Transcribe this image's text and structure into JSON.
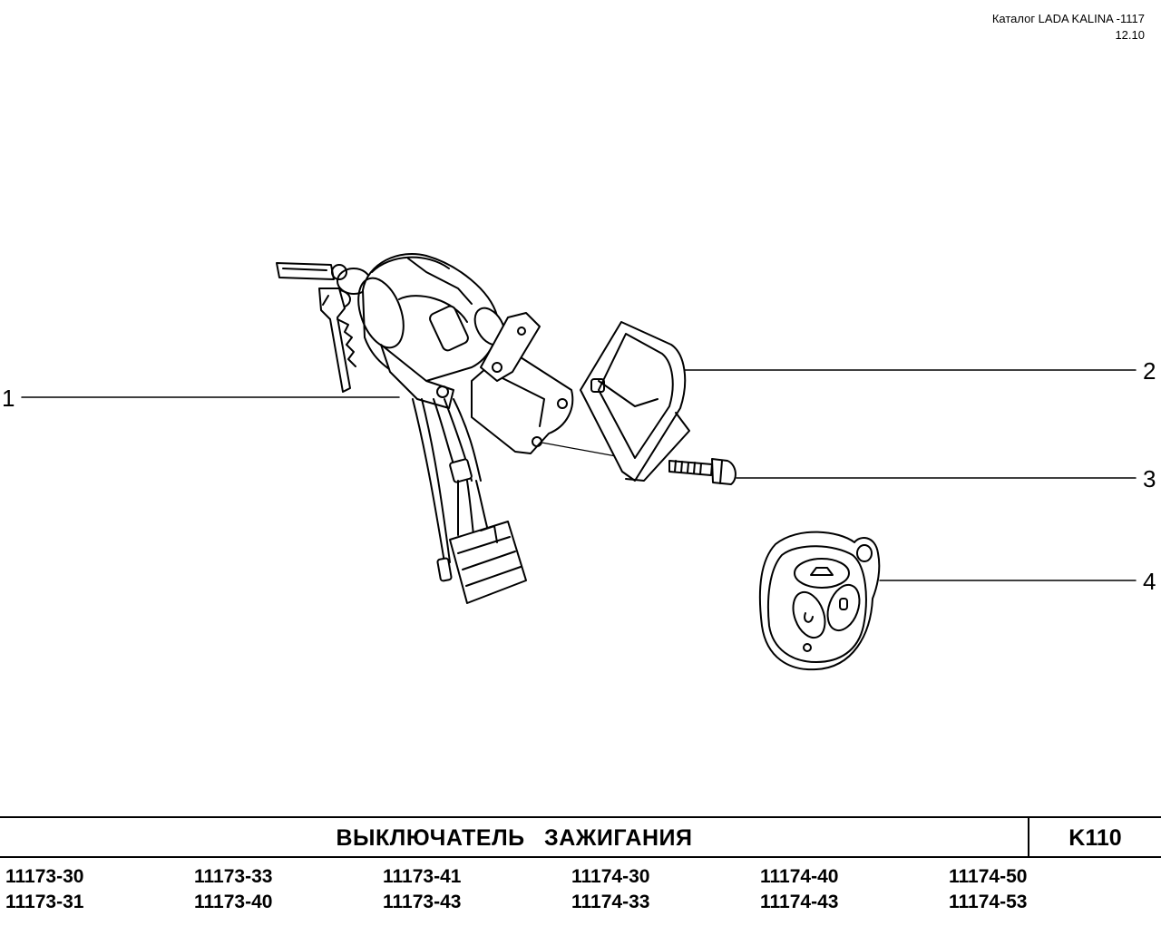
{
  "header": {
    "catalog": "Каталог LADA KALINA -1117",
    "date": "12.10"
  },
  "callouts": [
    "1",
    "2",
    "3",
    "4"
  ],
  "title": "ВЫКЛЮЧАТЕЛЬ ЗАЖИГАНИЯ",
  "code": "K110",
  "models": [
    [
      "11173-30",
      "11173-31"
    ],
    [
      "11173-33",
      "11173-40"
    ],
    [
      "11173-41",
      "11173-43"
    ],
    [
      "11174-30",
      "11174-33"
    ],
    [
      "11174-40",
      "11174-43"
    ],
    [
      "11174-50",
      "11174-53"
    ]
  ]
}
